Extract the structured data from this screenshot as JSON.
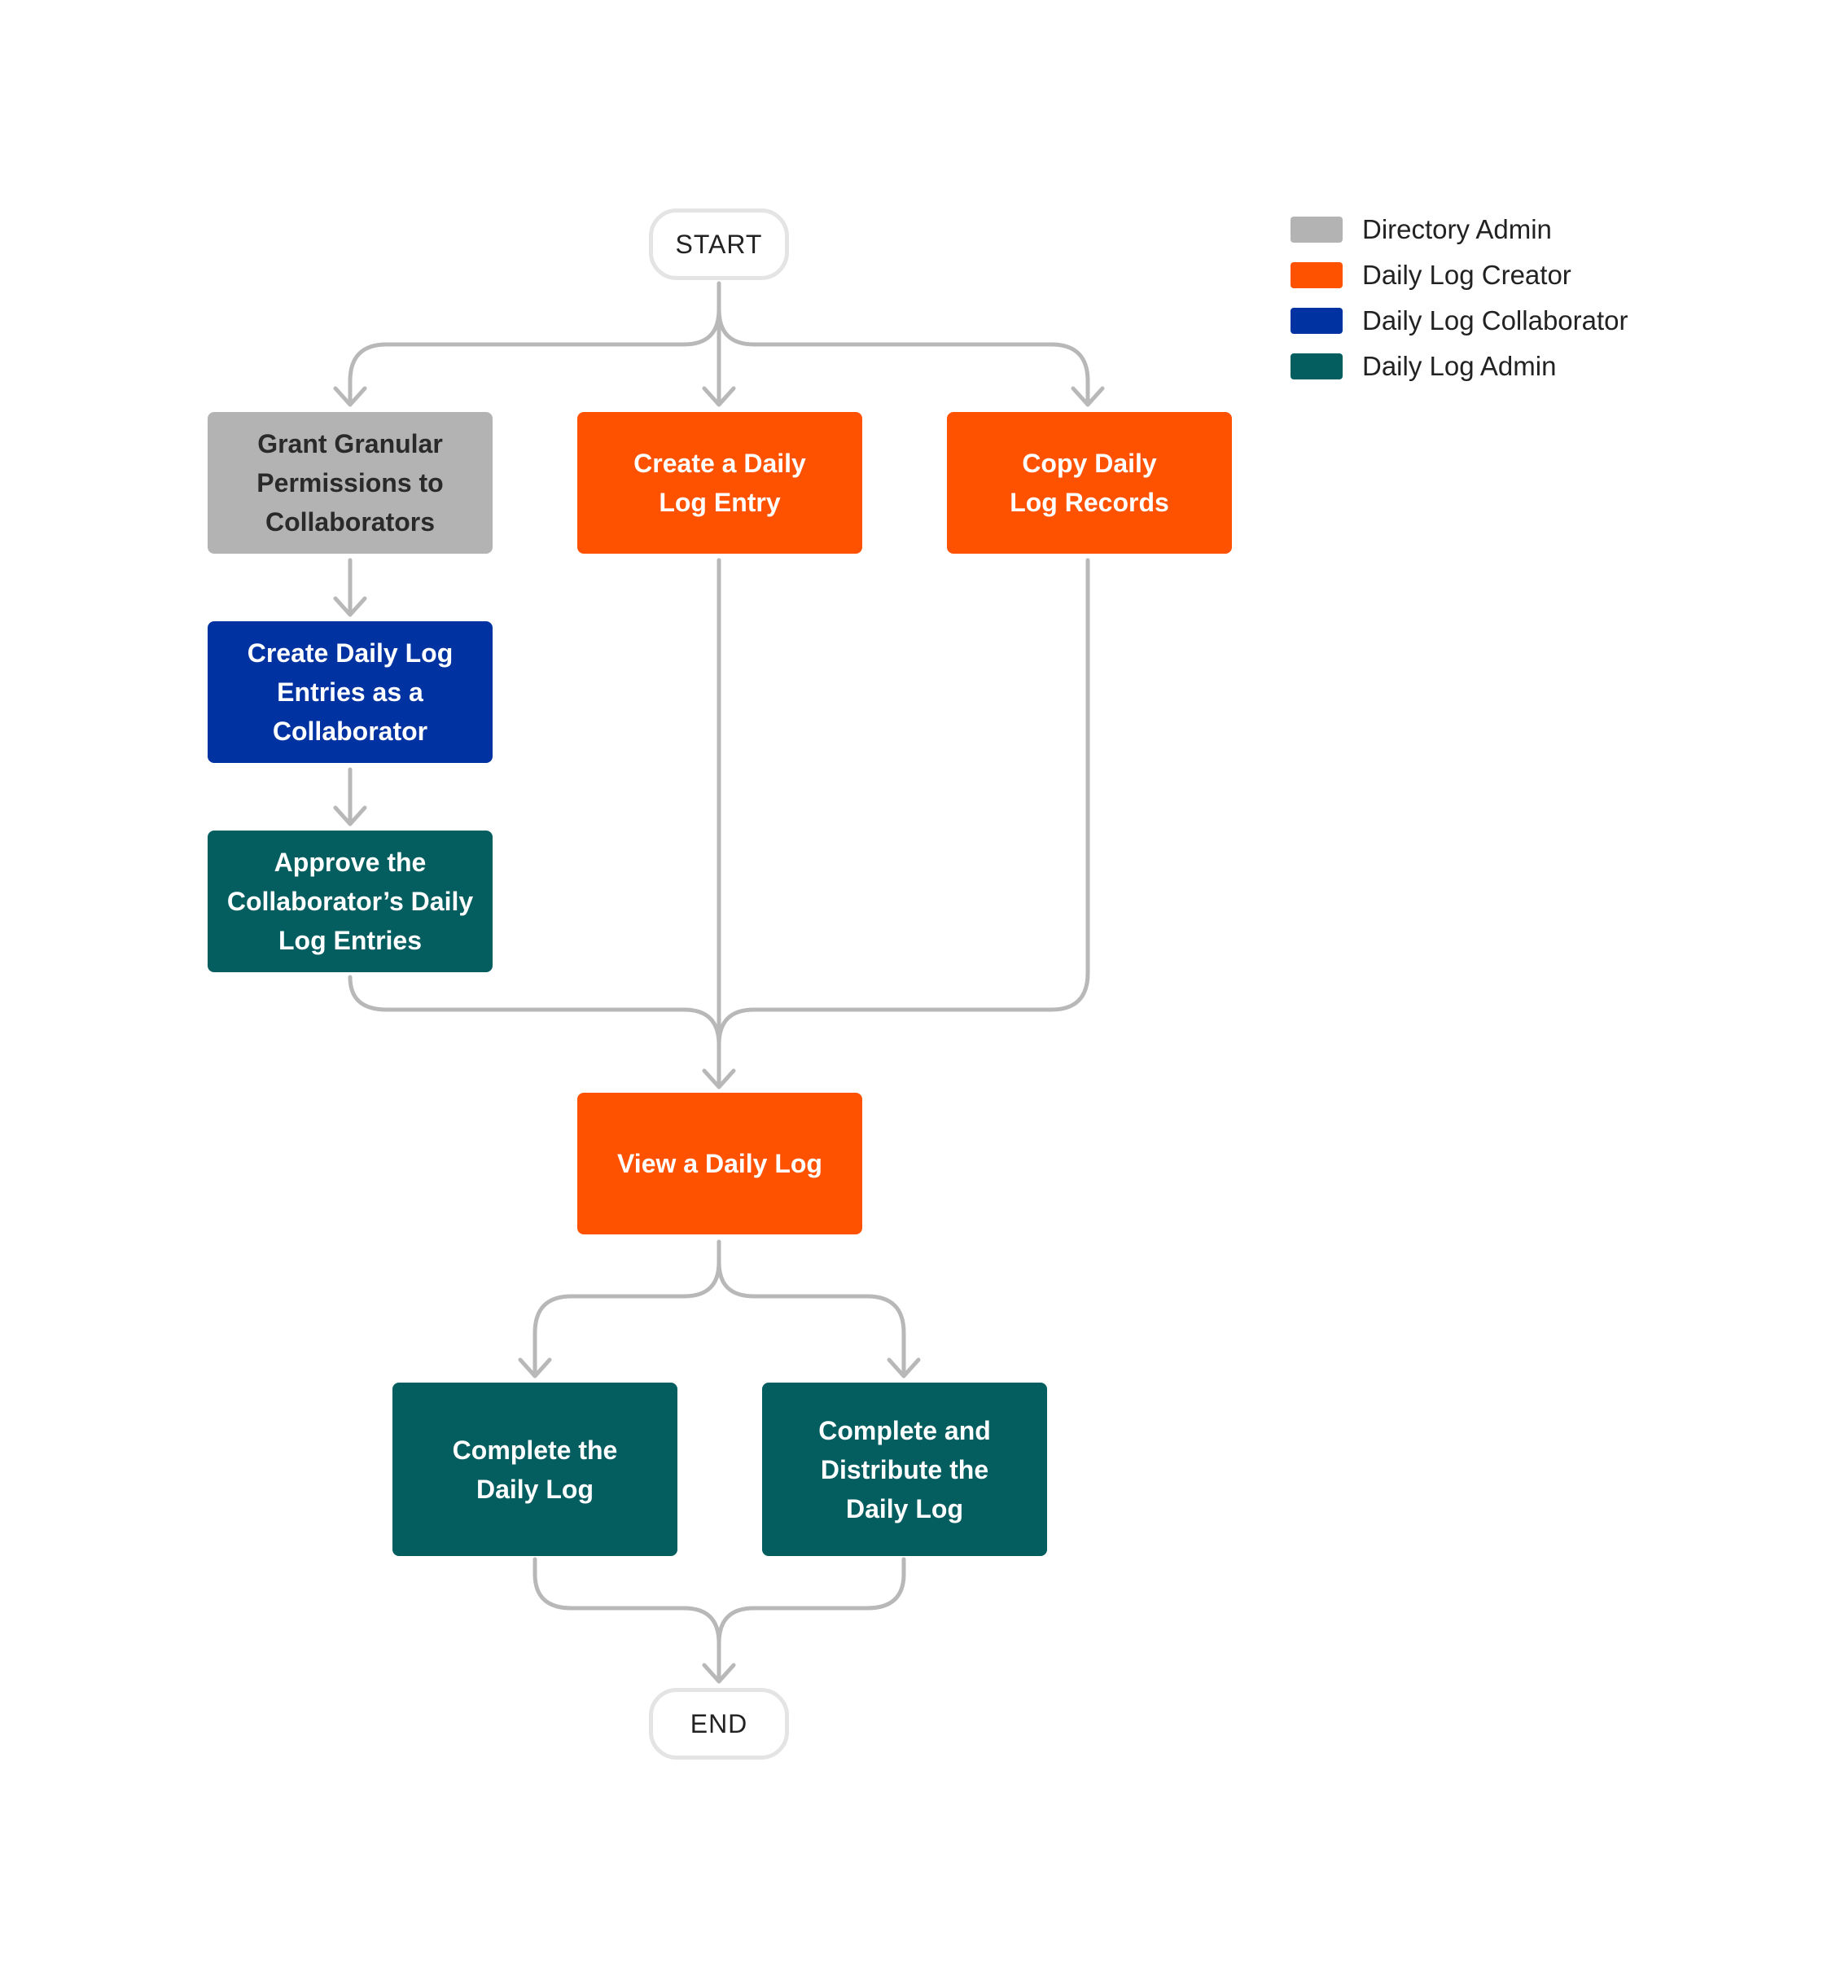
{
  "diagram": {
    "start_label": "START",
    "end_label": "END",
    "roles": {
      "directory_admin": {
        "label": "Directory Admin",
        "color": "#b3b3b3",
        "text_color": "#2a2a2a"
      },
      "creator": {
        "label": "Daily Log Creator",
        "color": "#ff5200",
        "text_color": "#ffffff"
      },
      "collaborator": {
        "label": "Daily Log Collaborator",
        "color": "#0033a1",
        "text_color": "#ffffff"
      },
      "admin": {
        "label": "Daily Log Admin",
        "color": "#045d5f",
        "text_color": "#ffffff"
      }
    },
    "nodes": {
      "grant_permissions": {
        "label": "Grant Granular Permissions to Collaborators",
        "role": "directory_admin"
      },
      "create_entry": {
        "label": "Create a Daily Log Entry",
        "role": "creator"
      },
      "copy_records": {
        "label": "Copy Daily Log Records",
        "role": "creator"
      },
      "create_as_collaborator": {
        "label": "Create Daily Log Entries as a Collaborator",
        "role": "collaborator"
      },
      "approve_entries": {
        "label": "Approve the Collaborator’s Daily Log Entries",
        "role": "admin"
      },
      "view_log": {
        "label": "View a Daily Log",
        "role": "creator"
      },
      "complete_log": {
        "label": "Complete the Daily Log",
        "role": "admin"
      },
      "complete_distribute": {
        "label": "Complete and Distribute the Daily Log",
        "role": "admin"
      }
    },
    "connector_color": "#b8b8b8"
  }
}
